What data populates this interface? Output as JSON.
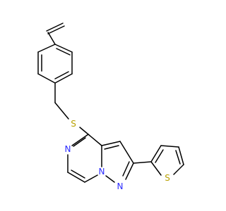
{
  "colors": {
    "background": "#ffffff",
    "bond": "#000000",
    "sulfur": "#b8a000",
    "nitrogen": "#2a2aff"
  },
  "atoms": {
    "s_thioether": "S",
    "n_pyrazine": "N",
    "n_bridge": "N",
    "n_pyrazole": "N",
    "s_thiophene": "S"
  }
}
